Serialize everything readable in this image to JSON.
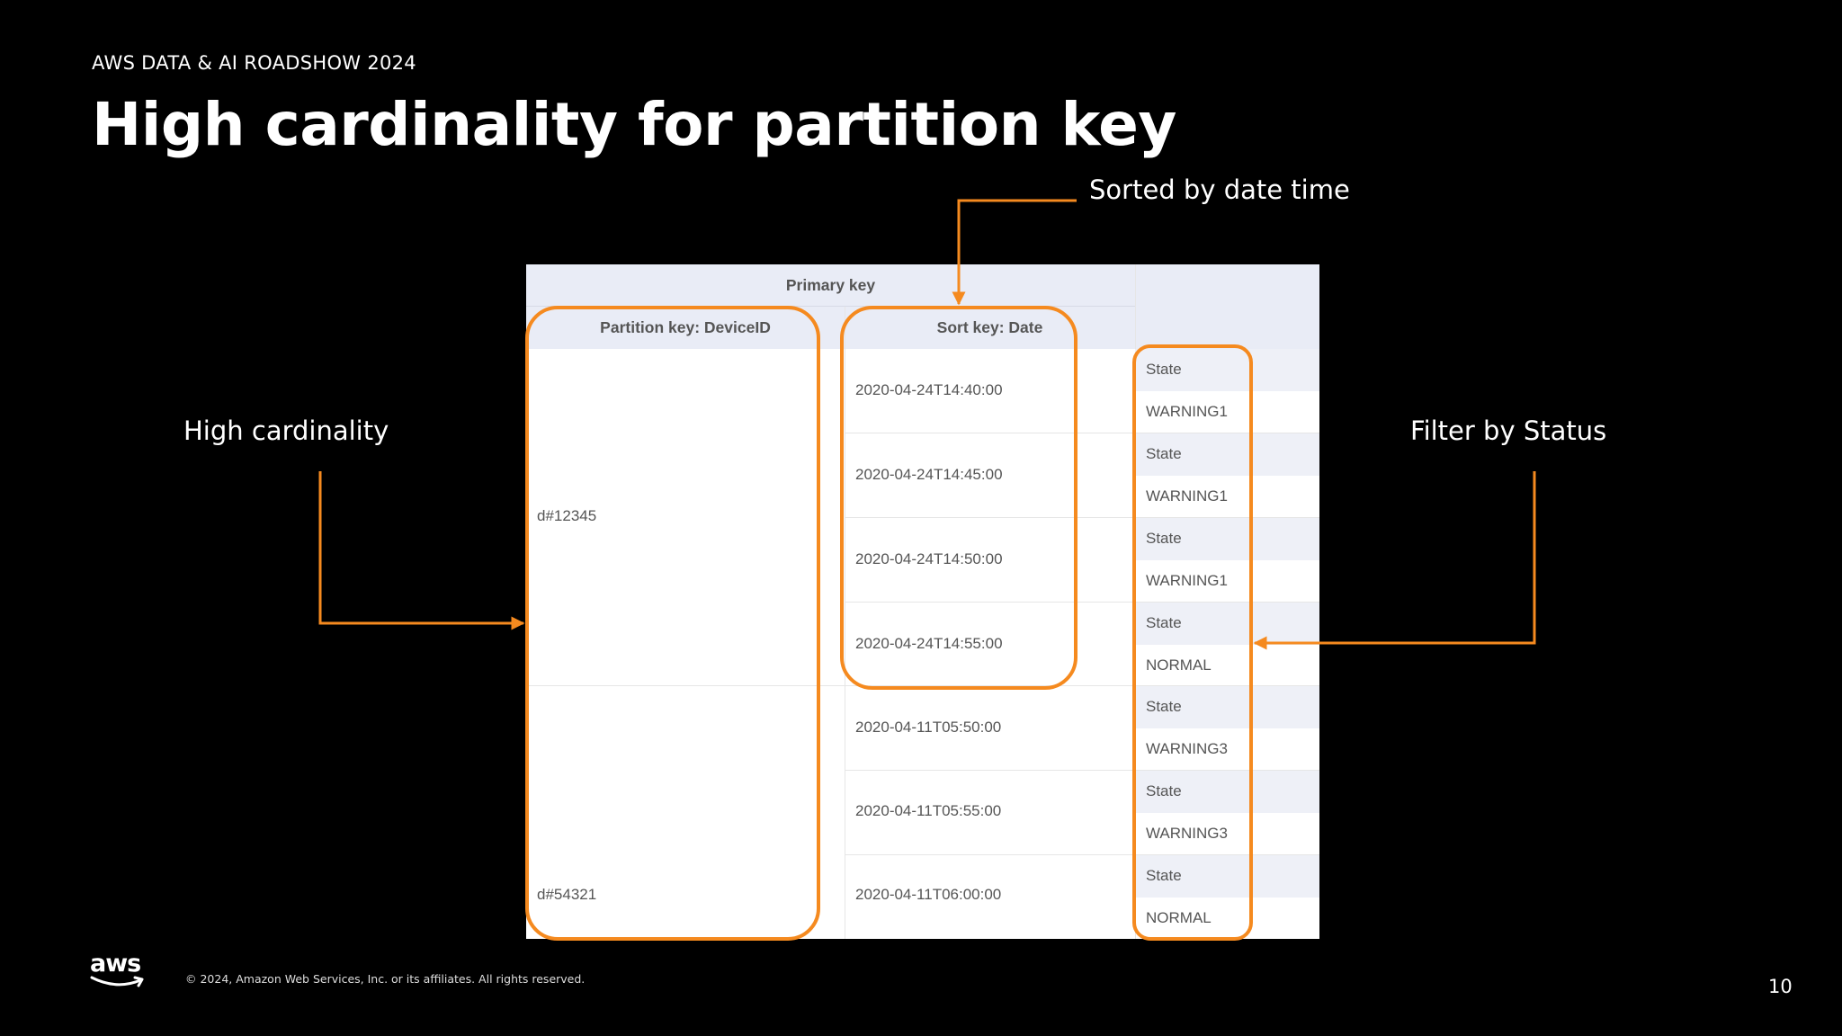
{
  "header": {
    "eyebrow": "AWS DATA & AI ROADSHOW 2024",
    "title": "High cardinality for partition key"
  },
  "callouts": {
    "sorted": "Sorted by date time",
    "high_cardinality": "High cardinality",
    "filter": "Filter by Status"
  },
  "table": {
    "primary_key_header": "Primary key",
    "partition_key_header": "Partition key: DeviceID",
    "sort_key_header": "Sort key: Date",
    "partitions": [
      "d#12345",
      "d#54321"
    ],
    "rows": [
      {
        "date": "2020-04-24T14:40:00",
        "attr": "State",
        "value": "WARNING1"
      },
      {
        "date": "2020-04-24T14:45:00",
        "attr": "State",
        "value": "WARNING1"
      },
      {
        "date": "2020-04-24T14:50:00",
        "attr": "State",
        "value": "WARNING1"
      },
      {
        "date": "2020-04-24T14:55:00",
        "attr": "State",
        "value": "NORMAL"
      },
      {
        "date": "2020-04-11T05:50:00",
        "attr": "State",
        "value": "WARNING3"
      },
      {
        "date": "2020-04-11T05:55:00",
        "attr": "State",
        "value": "WARNING3"
      },
      {
        "date": "2020-04-11T06:00:00",
        "attr": "State",
        "value": "NORMAL"
      }
    ]
  },
  "footer": {
    "logo": "aws",
    "copyright": "© 2024, Amazon Web Services, Inc. or its affiliates. All rights reserved.",
    "page_number": "10"
  },
  "colors": {
    "background": "#000000",
    "accent": "#F58A1F",
    "table_header": "#E9ECF6"
  }
}
